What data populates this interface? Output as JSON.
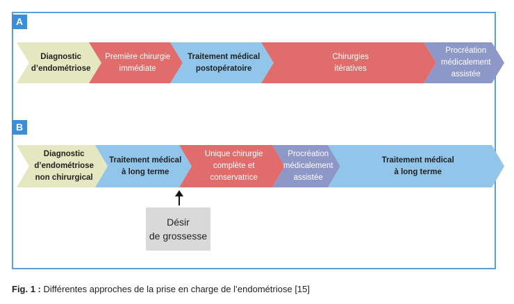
{
  "figure": {
    "row_a": {
      "badge": "A",
      "segments": [
        {
          "label": "Diagnostic\nd’endométriose",
          "color": "#e4e7bf",
          "text_color": "#222222",
          "bold": true
        },
        {
          "label": "Première chirurgie\nimmédiate",
          "color": "#e06d6c",
          "text_color": "#ffffff",
          "bold": false
        },
        {
          "label": "Traitement médical\npostopératoire",
          "color": "#92c5ea",
          "text_color": "#222222",
          "bold": true
        },
        {
          "label": "Chirurgies\nitératives",
          "color": "#e06d6c",
          "text_color": "#ffffff",
          "bold": false
        },
        {
          "label": "Procréation\nmédicalement\nassistée",
          "color": "#8d97c8",
          "text_color": "#ffffff",
          "bold": false
        }
      ]
    },
    "row_b": {
      "badge": "B",
      "segments": [
        {
          "label": "Diagnostic\nd’endométriose\nnon chirurgical",
          "color": "#e4e7bf",
          "text_color": "#222222",
          "bold": true
        },
        {
          "label": "Traitement médical\nà long terme",
          "color": "#92c5ea",
          "text_color": "#222222",
          "bold": true
        },
        {
          "label": "Unique chirurgie\ncomplète et\nconservatrice",
          "color": "#e06d6c",
          "text_color": "#ffffff",
          "bold": false
        },
        {
          "label": "Procréation\nmédicalement\nassistée",
          "color": "#8d97c8",
          "text_color": "#ffffff",
          "bold": false
        },
        {
          "label": "Traitement médical\nà long terme",
          "color": "#92c5ea",
          "text_color": "#222222",
          "bold": true
        }
      ]
    },
    "desire_box": "Désir\nde grossesse",
    "caption_prefix": "Fig. 1 :",
    "caption_text": " Différentes approches de la prise en charge de l’endométriose [15]",
    "frame_color": "#5a9fd6",
    "badge_color": "#3b8fd9"
  }
}
